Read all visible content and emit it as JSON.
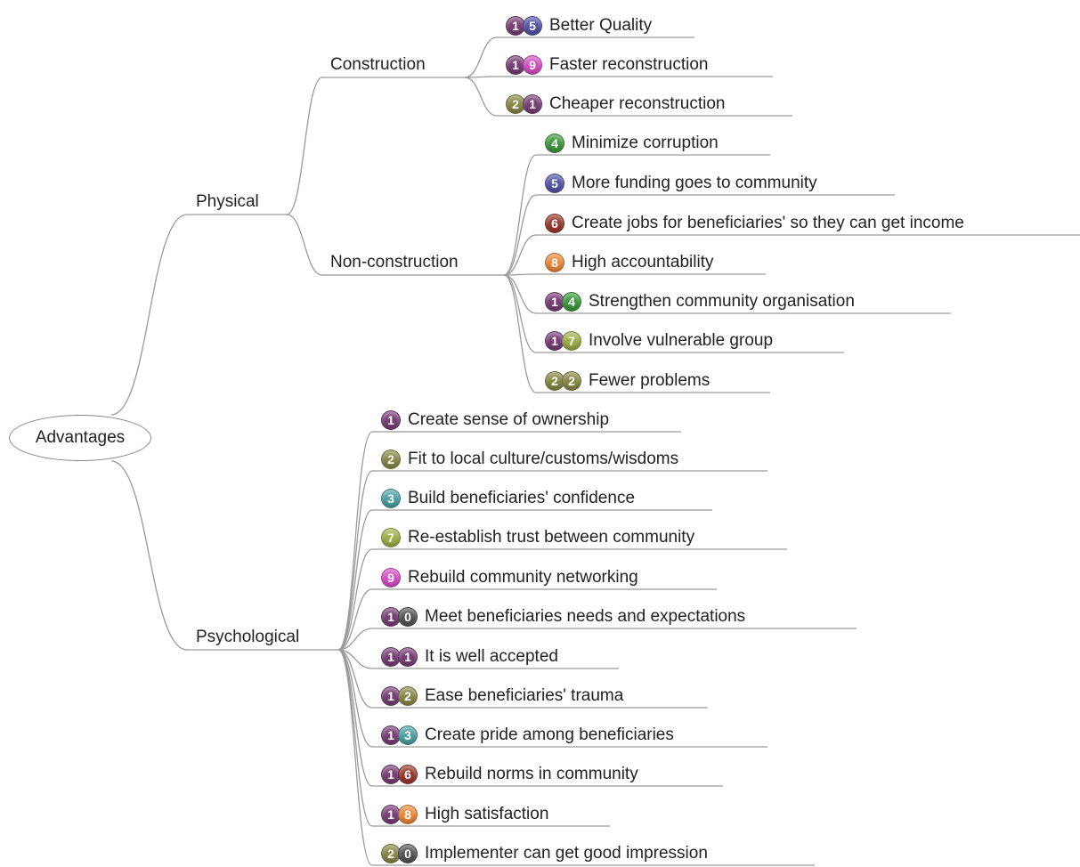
{
  "root": {
    "label": "Advantages"
  },
  "colors": {
    "1": "#7a3f78",
    "2": "#8a8a48",
    "3": "#4fa3a6",
    "4": "#3f9a3f",
    "5": "#5656a8",
    "6": "#9a3a2e",
    "7": "#a0b04a",
    "8": "#ee8a3a",
    "9": "#d84fc8",
    "0": "#555555",
    "line": "#9a9a9a"
  },
  "branches": {
    "physical": {
      "label": "Physical",
      "construction": {
        "label": "Construction",
        "items": [
          {
            "badge": [
              "1",
              "5"
            ],
            "text": "Better Quality"
          },
          {
            "badge": [
              "1",
              "9"
            ],
            "text": "Faster reconstruction"
          },
          {
            "badge": [
              "2",
              "1"
            ],
            "text": "Cheaper reconstruction"
          }
        ]
      },
      "nonconstruction": {
        "label": "Non-construction",
        "items": [
          {
            "badge": [
              "4"
            ],
            "text": "Minimize corruption"
          },
          {
            "badge": [
              "5"
            ],
            "text": "More funding goes to community"
          },
          {
            "badge": [
              "6"
            ],
            "text": "Create jobs for beneficiaries' so they can get income"
          },
          {
            "badge": [
              "8"
            ],
            "text": "High accountability"
          },
          {
            "badge": [
              "1",
              "4"
            ],
            "text": "Strengthen community organisation"
          },
          {
            "badge": [
              "1",
              "7"
            ],
            "text": "Involve vulnerable group"
          },
          {
            "badge": [
              "2",
              "2"
            ],
            "text": "Fewer problems"
          }
        ]
      }
    },
    "psychological": {
      "label": "Psychological",
      "items": [
        {
          "badge": [
            "1"
          ],
          "text": "Create sense of ownership"
        },
        {
          "badge": [
            "2"
          ],
          "text": "Fit to local culture/customs/wisdoms"
        },
        {
          "badge": [
            "3"
          ],
          "text": "Build beneficiaries' confidence"
        },
        {
          "badge": [
            "7"
          ],
          "text": "Re-establish trust between community"
        },
        {
          "badge": [
            "9"
          ],
          "text": "Rebuild community networking"
        },
        {
          "badge": [
            "1",
            "0"
          ],
          "text": "Meet beneficiaries needs and expectations"
        },
        {
          "badge": [
            "1",
            "1"
          ],
          "text": "It is well accepted"
        },
        {
          "badge": [
            "1",
            "2"
          ],
          "text": "Ease beneficiaries' trauma"
        },
        {
          "badge": [
            "1",
            "3"
          ],
          "text": "Create pride among beneficiaries"
        },
        {
          "badge": [
            "1",
            "6"
          ],
          "text": "Rebuild norms in community"
        },
        {
          "badge": [
            "1",
            "8"
          ],
          "text": "High satisfaction"
        },
        {
          "badge": [
            "2",
            "0"
          ],
          "text": "Implementer can get good impression"
        }
      ]
    }
  }
}
